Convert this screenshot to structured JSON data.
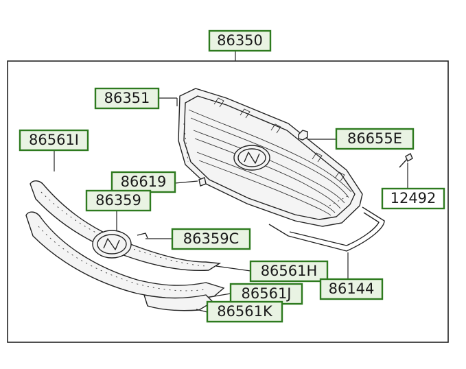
{
  "labels": {
    "l86350": "86350",
    "l86351": "86351",
    "l86561I": "86561I",
    "l86655E": "86655E",
    "l86619": "86619",
    "l86359": "86359",
    "l12492": "12492",
    "l86359C": "86359C",
    "l86561H": "86561H",
    "l86144": "86144",
    "l86561J": "86561J",
    "l86561K": "86561K"
  }
}
